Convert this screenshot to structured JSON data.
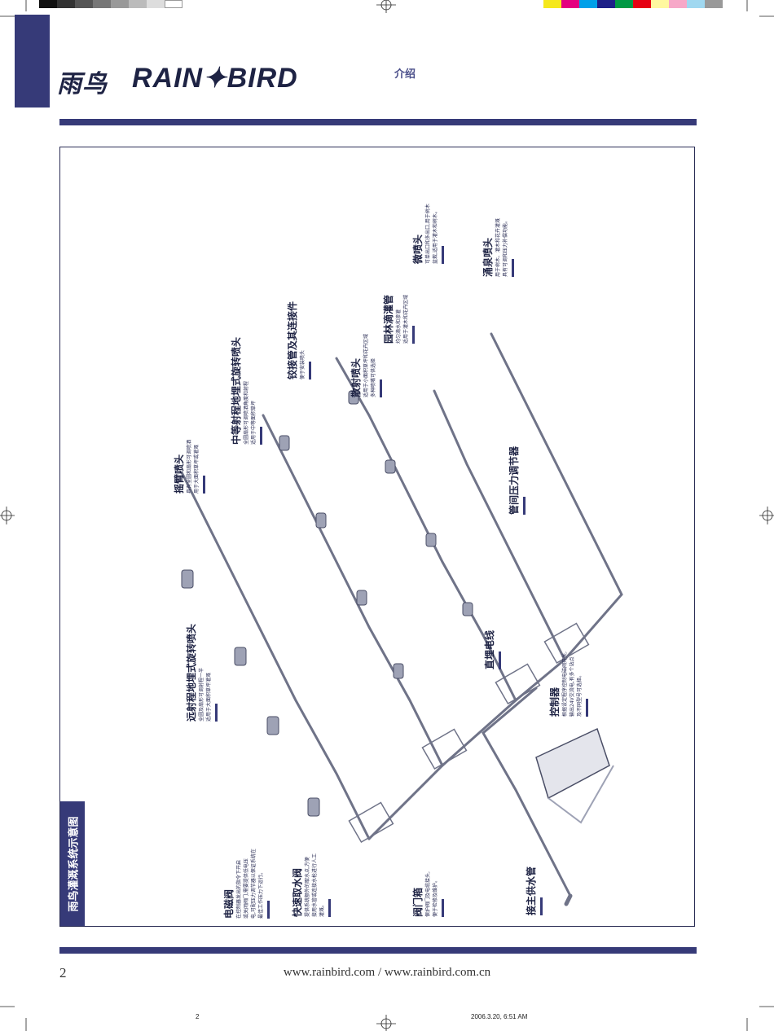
{
  "header": {
    "brand_cn": "雨鸟",
    "brand_en": "RAIN✦BIRD",
    "section": "介绍"
  },
  "side_tab": "雨鸟灌溉系统示意图",
  "labels": [
    {
      "id": "electromagnetic-valve",
      "title": "电磁阀",
      "lines": [
        "在控制器发出的指令下开启",
        "或关闭阀门,需要提供低电压",
        "电,可配压力调节器以保证系统在",
        "最佳工作压力下运行。"
      ]
    },
    {
      "id": "quick-coupling-valve",
      "title": "快速取水阀",
      "lines": [
        "提供系统额外的取水点,方便",
        "接用水管或连接水枪进行人工",
        "灌溉。"
      ]
    },
    {
      "id": "valve-box",
      "title": "阀门箱",
      "lines": [
        "保护阀门及电缆接头,",
        "便于检修及维护。"
      ]
    },
    {
      "id": "main-supply",
      "title": "接主供水管",
      "lines": []
    },
    {
      "id": "long-range-rotor",
      "title": "远射程地埋式旋转喷头",
      "lines": [
        "全圆及扇形可调射程一半",
        "适用于大面积草坪灌溉"
      ]
    },
    {
      "id": "rocker-sprinkler",
      "title": "摇臂喷头",
      "lines": [
        "具有全圆和扇形可调喷洒",
        "用于大面积草坪或灌溉"
      ]
    },
    {
      "id": "mid-range-rotor",
      "title": "中等射程地埋式旋转喷头",
      "lines": [
        "全圆扇形可调喷洒角度和射程",
        "适用于中等面积草坪"
      ]
    },
    {
      "id": "swing-joint",
      "title": "铰接管及其连接件",
      "lines": [
        "便于安装喷头"
      ]
    },
    {
      "id": "spray-head",
      "title": "散射喷头",
      "lines": [
        "适用于小面积草坪和花卉区域",
        "多种喷嘴可供选择"
      ]
    },
    {
      "id": "landscape-drip",
      "title": "园林滴灌管",
      "lines": [
        "均匀滴水和渗灌",
        "适用于灌木和花卉区域"
      ]
    },
    {
      "id": "micro-spray",
      "title": "微喷头",
      "lines": [
        "可单出口和多出口,用于树木",
        "盆栽,适用于灌木和树木。"
      ]
    },
    {
      "id": "bubbler",
      "title": "涌泉喷头",
      "lines": [
        "用于树木、灌木和花卉灌溉",
        "具有可调和压力补偿功能。"
      ]
    },
    {
      "id": "pressure-regulator",
      "title": "管间压力调节器",
      "lines": []
    },
    {
      "id": "direct-burial-wire",
      "title": "直埋电线",
      "lines": []
    },
    {
      "id": "controller",
      "title": "控制器",
      "lines": [
        "根据设定程序控制电磁阀开关,",
        "输出24V交流电,有多个站点",
        "及不同型号可选择。"
      ]
    }
  ],
  "footer": {
    "page_number": "2",
    "urls": "www.rainbird.com  /  www.rainbird.com.cn",
    "print_page": "2",
    "print_stamp": "2006.3.20, 6:51 AM"
  },
  "colors": {
    "navy": "#363a78",
    "ink": "#1e2344",
    "pipe": "#6f7388"
  }
}
